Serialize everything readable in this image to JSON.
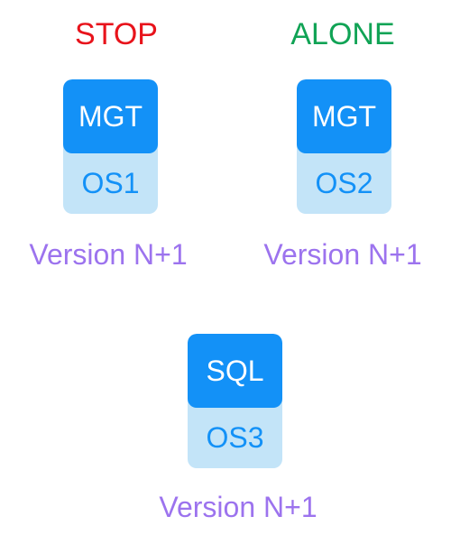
{
  "colors": {
    "stop": "#e8131b",
    "alone": "#10a355",
    "service_fill": "#1391f7",
    "os_fill": "#c3e4f8",
    "os_text": "#1391f7",
    "version_text": "#9c73ee"
  },
  "nodes": [
    {
      "status": "STOP",
      "service": "MGT",
      "os": "OS1",
      "version": "Version N+1"
    },
    {
      "status": "ALONE",
      "service": "MGT",
      "os": "OS2",
      "version": "Version N+1"
    },
    {
      "service": "SQL",
      "os": "OS3",
      "version": "Version N+1"
    }
  ]
}
